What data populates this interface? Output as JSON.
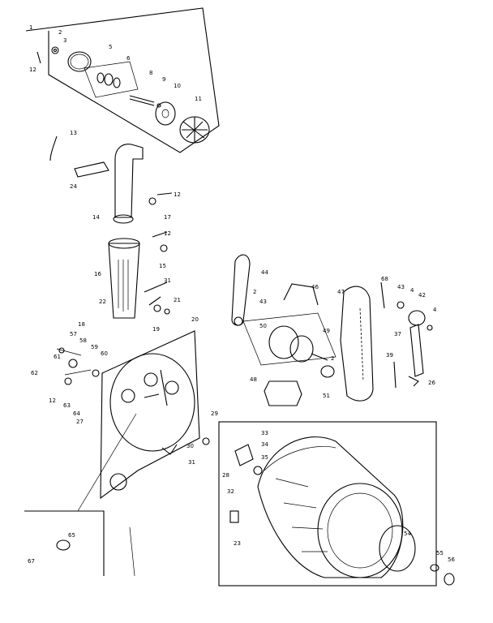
{
  "callouts": [
    "1",
    "2",
    "3",
    "5",
    "6",
    "8",
    "9",
    "10",
    "11",
    "12",
    "13",
    "24",
    "14",
    "12",
    "17",
    "12",
    "15",
    "16",
    "31",
    "22",
    "21",
    "20",
    "19",
    "18",
    "57",
    "58",
    "59",
    "60",
    "61",
    "62",
    "63",
    "64",
    "27",
    "12",
    "44",
    "2",
    "43",
    "50",
    "46",
    "47",
    "49",
    "2",
    "48",
    "51",
    "68",
    "43",
    "4",
    "42",
    "4",
    "37",
    "39",
    "26",
    "29",
    "33",
    "34",
    "35",
    "30",
    "31",
    "28",
    "32",
    "23",
    "54",
    "55",
    "56",
    "65",
    "67"
  ]
}
